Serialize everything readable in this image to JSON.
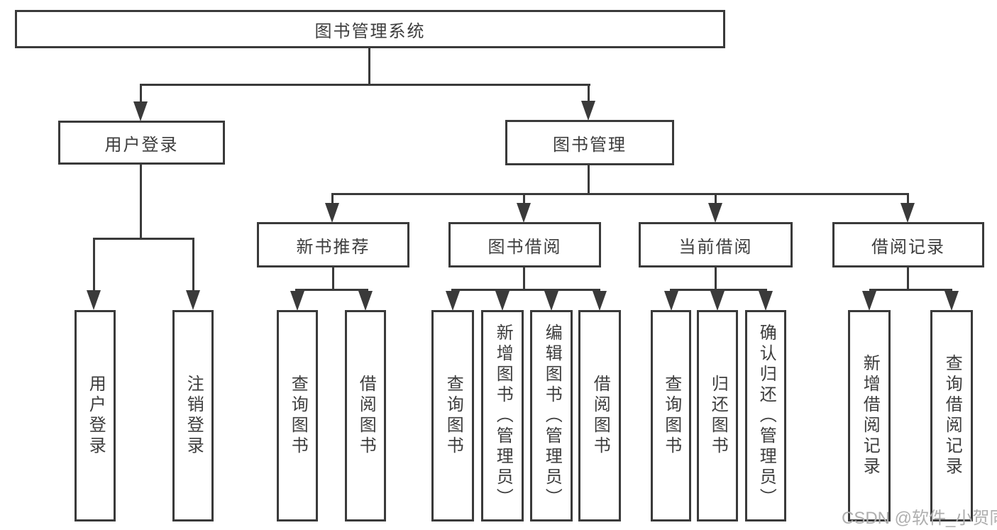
{
  "diagram": {
    "type": "hierarchy-tree",
    "title": "图书管理系统",
    "colors": {
      "background": "#ffffff",
      "line": "#3a3a3a",
      "box_border": "#3a3a3a",
      "text": "#3d3d3d",
      "watermark": "#aeaeae"
    },
    "nodes": {
      "root": "图书管理系统",
      "userLogin": "用户登录",
      "bookMgmt": "图书管理",
      "newBookRec": "新书推荐",
      "bookBorrow": "图书借阅",
      "currentBorrow": "当前借阅",
      "borrowRecords": "借阅记录",
      "leafUserLogin": "用户登录",
      "leafLogout": "注销登录",
      "leafQueryBook1": "查询图书",
      "leafBorrowBook1": "借阅图书",
      "leafQueryBook2": "查询图书",
      "leafAddBook": "新增图书（管理员）",
      "leafEditBook": "编辑图书（管理员）",
      "leafBorrowBook2": "借阅图书",
      "leafQueryBook3": "查询图书",
      "leafReturnBook": "归还图书",
      "leafConfirmReturn": "确认归还（管理员）",
      "leafAddRecord": "新增借阅记录",
      "leafQueryRecord": "查询借阅记录"
    },
    "hierarchy": {
      "图书管理系统": {
        "用户登录": [
          "用户登录",
          "注销登录"
        ],
        "图书管理": {
          "新书推荐": [
            "查询图书",
            "借阅图书"
          ],
          "图书借阅": [
            "查询图书",
            "新增图书（管理员）",
            "编辑图书（管理员）",
            "借阅图书"
          ],
          "当前借阅": [
            "查询图书",
            "归还图书",
            "确认归还（管理员）"
          ],
          "借阅记录": [
            "新增借阅记录",
            "查询借阅记录"
          ]
        }
      }
    },
    "watermark": "CSDN @软件_小贺同学"
  }
}
